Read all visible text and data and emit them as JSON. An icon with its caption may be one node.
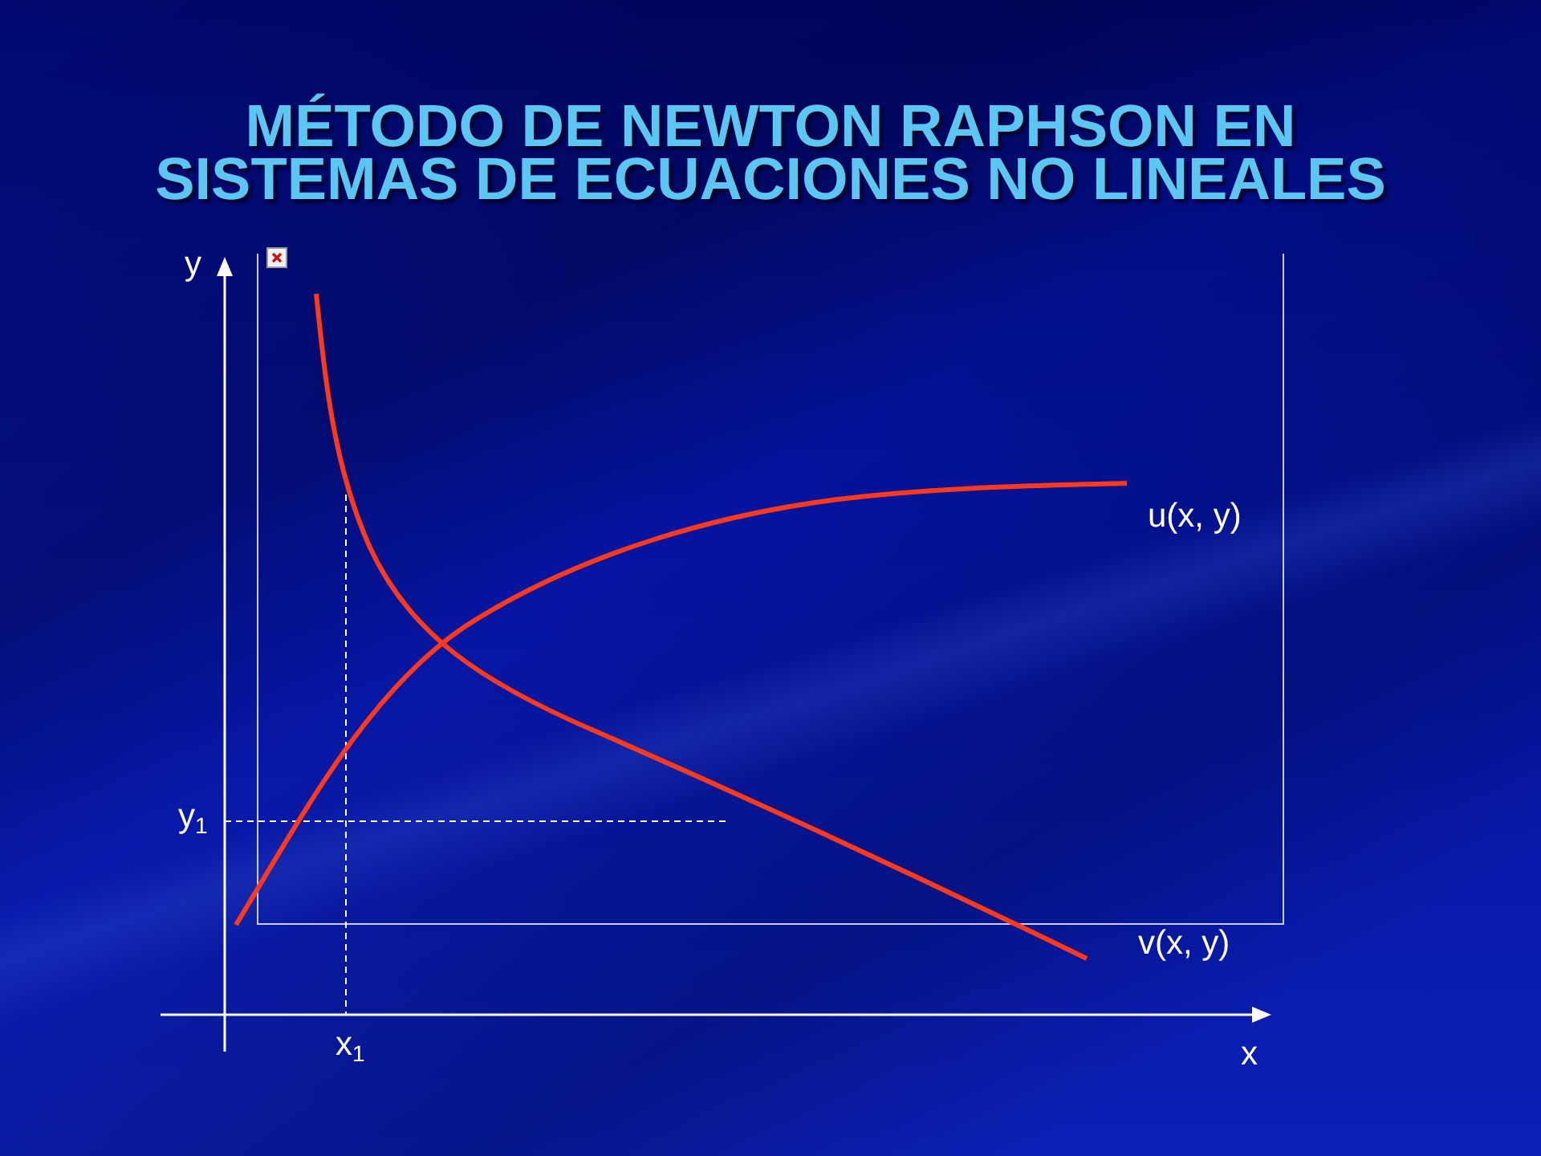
{
  "diagram": {
    "title": "MÉTODO DE NEWTON RAPHSON EN SISTEMAS DE ECUACIONES NO LINEALES",
    "labels": [
      "y",
      "u(x, y)",
      "y$_{1}$",
      "v(x, y)",
      "x$_{1}$",
      "x"
    ]
  }
}
